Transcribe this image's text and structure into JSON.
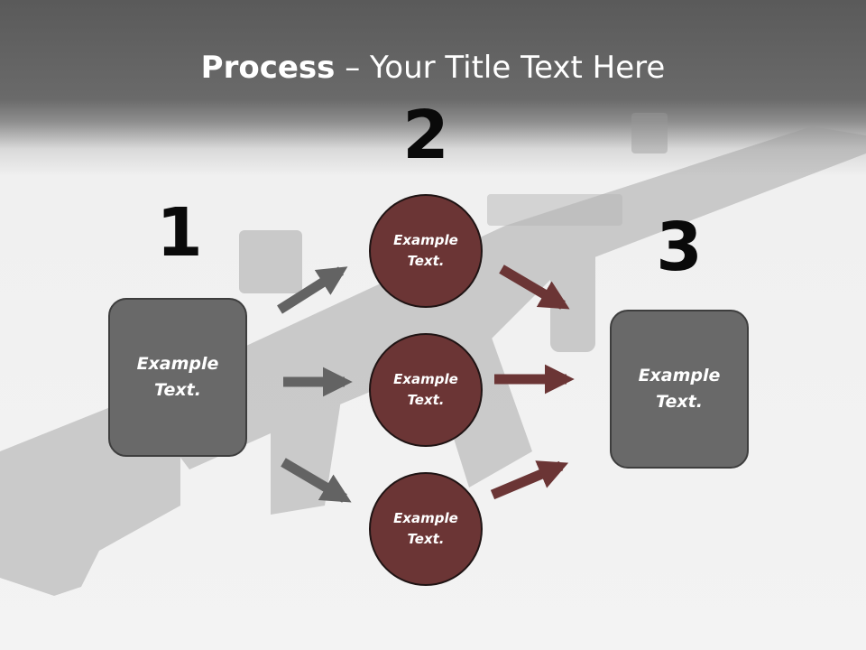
{
  "title": {
    "strong": "Process",
    "separator": " – ",
    "rest": "Your Title Text Here"
  },
  "steps": [
    {
      "number": "1",
      "label_line1": "Example",
      "label_line2": "Text."
    },
    {
      "number": "2"
    },
    {
      "number": "3",
      "label_line1": "Example",
      "label_line2": "Text."
    }
  ],
  "circles": [
    {
      "label_line1": "Example",
      "label_line2": "Text."
    },
    {
      "label_line1": "Example",
      "label_line2": "Text."
    },
    {
      "label_line1": "Example",
      "label_line2": "Text."
    }
  ],
  "colors": {
    "box_fill": "#696969",
    "circle_fill": "#6b3535",
    "gray_arrow": "#636363",
    "red_arrow": "#6b3535",
    "title_bar": "#5a5a5a"
  }
}
